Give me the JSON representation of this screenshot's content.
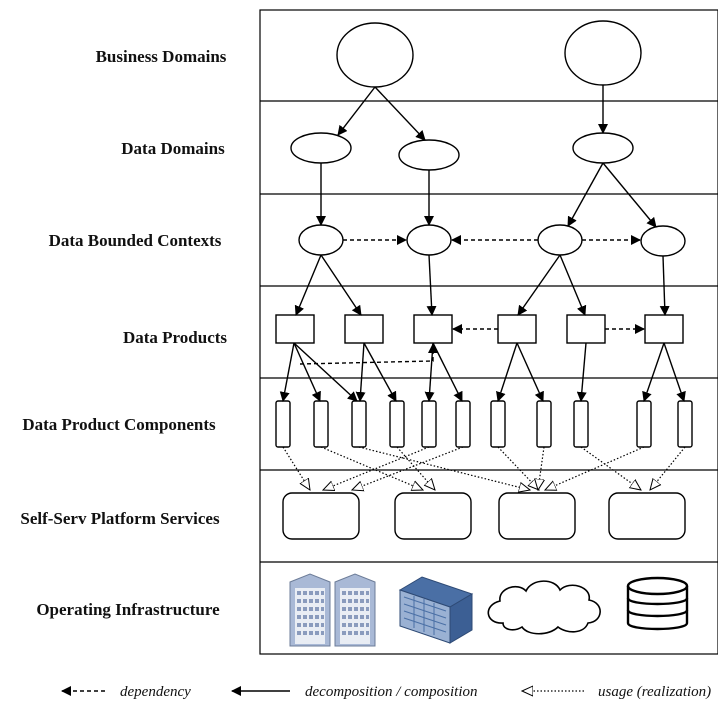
{
  "layers": [
    "Business Domains",
    "Data Domains",
    "Data Bounded Contexts",
    "Data Products",
    "Data Product Components",
    "Self-Serv Platform Services",
    "Operating Infrastructure"
  ],
  "legend": {
    "dependency": "dependency",
    "decomposition": "decomposition / composition",
    "usage": "usage (realization)"
  },
  "infrastructure_icons": [
    "office-buildings-icon",
    "server-rack-icon",
    "cloud-icon",
    "database-icon"
  ]
}
